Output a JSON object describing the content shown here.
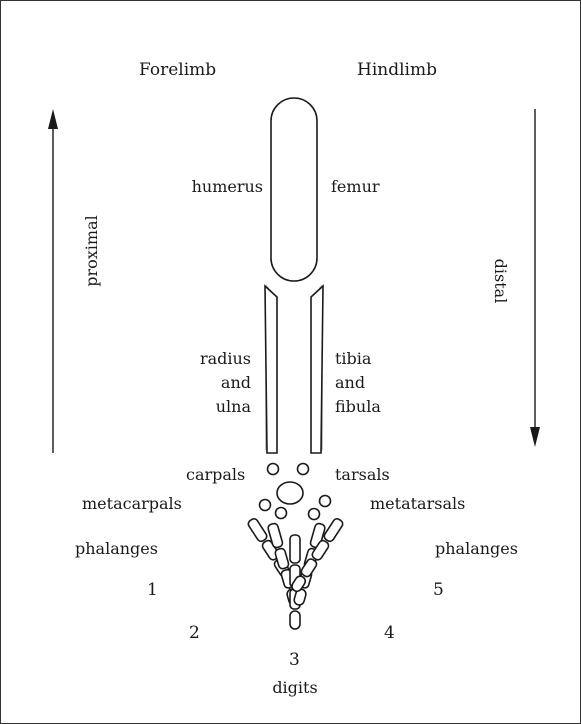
{
  "headers": {
    "forelimb": "Forelimb",
    "hindlimb": "Hindlimb"
  },
  "axes": {
    "proximal": "proximal",
    "distal": "distal"
  },
  "labels": {
    "humerus": "humerus",
    "femur": "femur",
    "radius_ulna": [
      "radius",
      "and",
      "ulna"
    ],
    "tibia_fibula": [
      "tibia",
      "and",
      "fibula"
    ],
    "carpals": "carpals",
    "tarsals": "tarsals",
    "metacarpals": "metacarpals",
    "metatarsals": "metatarsals",
    "phalanges_left": "phalanges",
    "phalanges_right": "phalanges",
    "digits": "digits"
  },
  "digit_numbers": [
    "1",
    "2",
    "3",
    "4",
    "5"
  ]
}
